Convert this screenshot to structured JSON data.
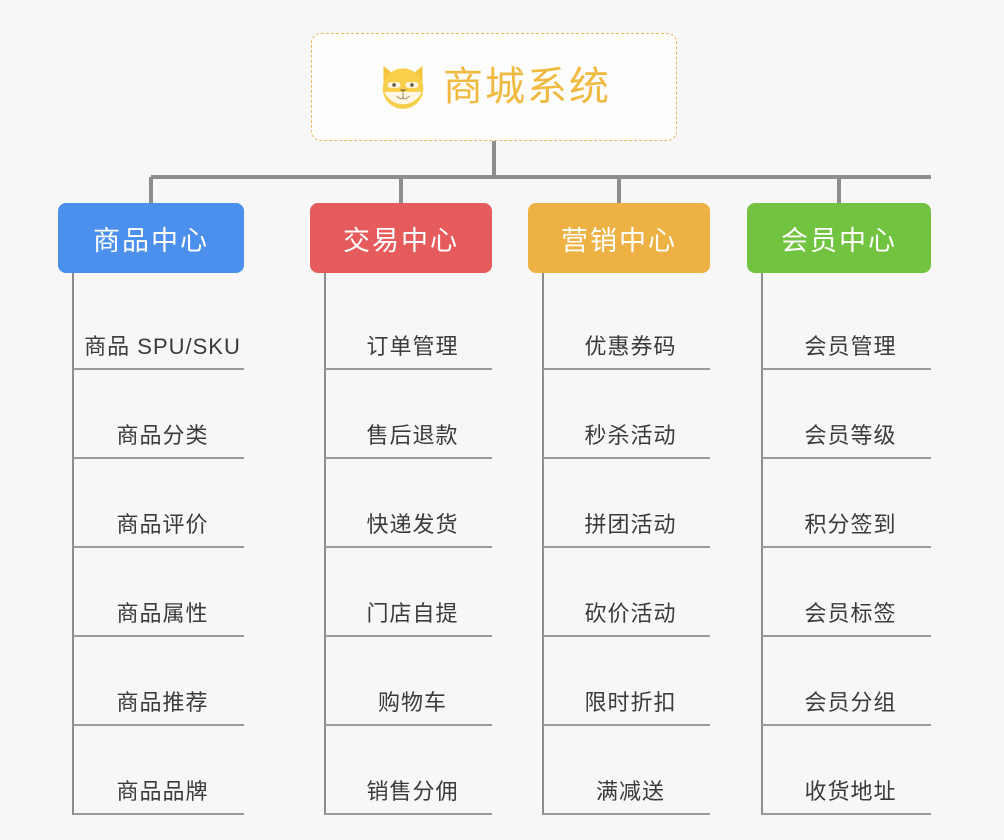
{
  "root": {
    "title": "商城系统",
    "logo_icon": "shiba-dog-icon",
    "border_color": "#e8b860",
    "text_color": "#f0b93f"
  },
  "columns": [
    {
      "label": "商品中心",
      "color": "#4a90ec",
      "items": [
        "商品 SPU/SKU",
        "商品分类",
        "商品评价",
        "商品属性",
        "商品推荐",
        "商品品牌"
      ]
    },
    {
      "label": "交易中心",
      "color": "#e65c5c",
      "items": [
        "订单管理",
        "售后退款",
        "快递发货",
        "门店自提",
        "购物车",
        "销售分佣"
      ]
    },
    {
      "label": "营销中心",
      "color": "#eeb143",
      "items": [
        "优惠券码",
        "秒杀活动",
        "拼团活动",
        "砍价活动",
        "限时折扣",
        "满减送"
      ]
    },
    {
      "label": "会员中心",
      "color": "#72c340",
      "items": [
        "会员管理",
        "会员等级",
        "积分签到",
        "会员标签",
        "会员分组",
        "收货地址"
      ]
    }
  ],
  "connector_color": "#8d8d8d",
  "background_color": "#f7f7f7"
}
